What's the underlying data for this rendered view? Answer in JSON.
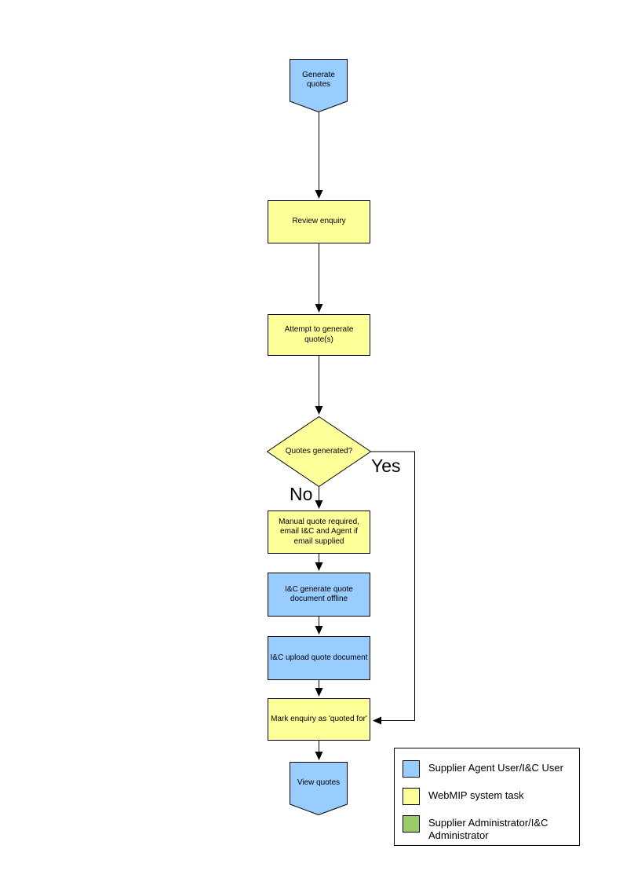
{
  "diagram": {
    "nodes": {
      "start": {
        "label": "Generate quotes"
      },
      "review": {
        "label": "Review enquiry"
      },
      "attempt": {
        "label": "Attempt to generate quote(s)"
      },
      "decision": {
        "label": "Quotes generated?"
      },
      "manual": {
        "label": "Manual quote required, email I&C and Agent if email supplied"
      },
      "generate_offline": {
        "label": "I&C generate quote document offline"
      },
      "upload": {
        "label": "I&C upload quote document"
      },
      "mark": {
        "label": "Mark enquiry as 'quoted for'"
      },
      "end": {
        "label": "View quotes"
      }
    },
    "branch_labels": {
      "yes": "Yes",
      "no": "No"
    },
    "colors": {
      "actor_task": "#99CCFF",
      "system_task": "#FFFF99",
      "admin_task": "#99CC66",
      "line": "#000000"
    },
    "legend": {
      "items": [
        {
          "color": "#99CCFF",
          "label": "Supplier Agent User/I&C User"
        },
        {
          "color": "#FFFF99",
          "label": "WebMIP system task"
        },
        {
          "color": "#99CC66",
          "label": "Supplier Administrator/I&C Administrator"
        }
      ]
    }
  }
}
